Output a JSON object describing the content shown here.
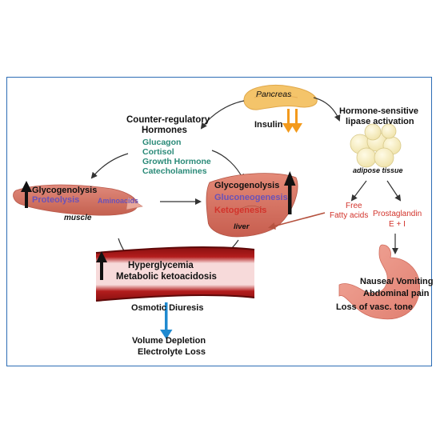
{
  "pancreas": {
    "label": "Pancreas"
  },
  "insulin": {
    "label": "Insulin"
  },
  "counter_regulatory": {
    "title_line1": "Counter-regulatory",
    "title_line2": "Hormones",
    "hormones": [
      "Glucagon",
      "Cortisol",
      "Growth Hormone",
      "Catecholamines"
    ]
  },
  "lipase": {
    "line1": "Hormone-sensitive",
    "line2": "lipase activation"
  },
  "adipose": {
    "label": "adipose tissue"
  },
  "muscle": {
    "label": "muscle",
    "process1": "Glycogenolysis",
    "process2": "Proteolysis",
    "product": "Aminoacids"
  },
  "liver": {
    "label": "liver",
    "process1": "Glycogenolysis",
    "process2": "Gluconeogenesis",
    "process3": "Ketogenesis"
  },
  "fatty_acids": {
    "line1": "Free",
    "line2": "Fatty acids"
  },
  "prostaglandin": {
    "line1": "Prostaglandin",
    "line2": "E + I"
  },
  "blood_vessel": {
    "line1": "Hyperglycemia",
    "line2": "Metabolic ketoacidosis"
  },
  "osmotic": {
    "label": "Osmotic Diuresis"
  },
  "volume": {
    "line1": "Volume Depletion",
    "line2": "Electrolyte Loss"
  },
  "stomach_effects": {
    "line1": "Nausea/ Vomiting",
    "line2": "Abdominal pain",
    "line3": "Loss of vasc. tone"
  },
  "colors": {
    "frame": "#2d6db5",
    "green_text": "#2a8a78",
    "purple_text": "#6a52b8",
    "red_text": "#d2332b",
    "insulin_arrow": "#f39a1c",
    "diuresis_arrow": "#1f8ad0",
    "organ_pink": "#d9776a"
  }
}
